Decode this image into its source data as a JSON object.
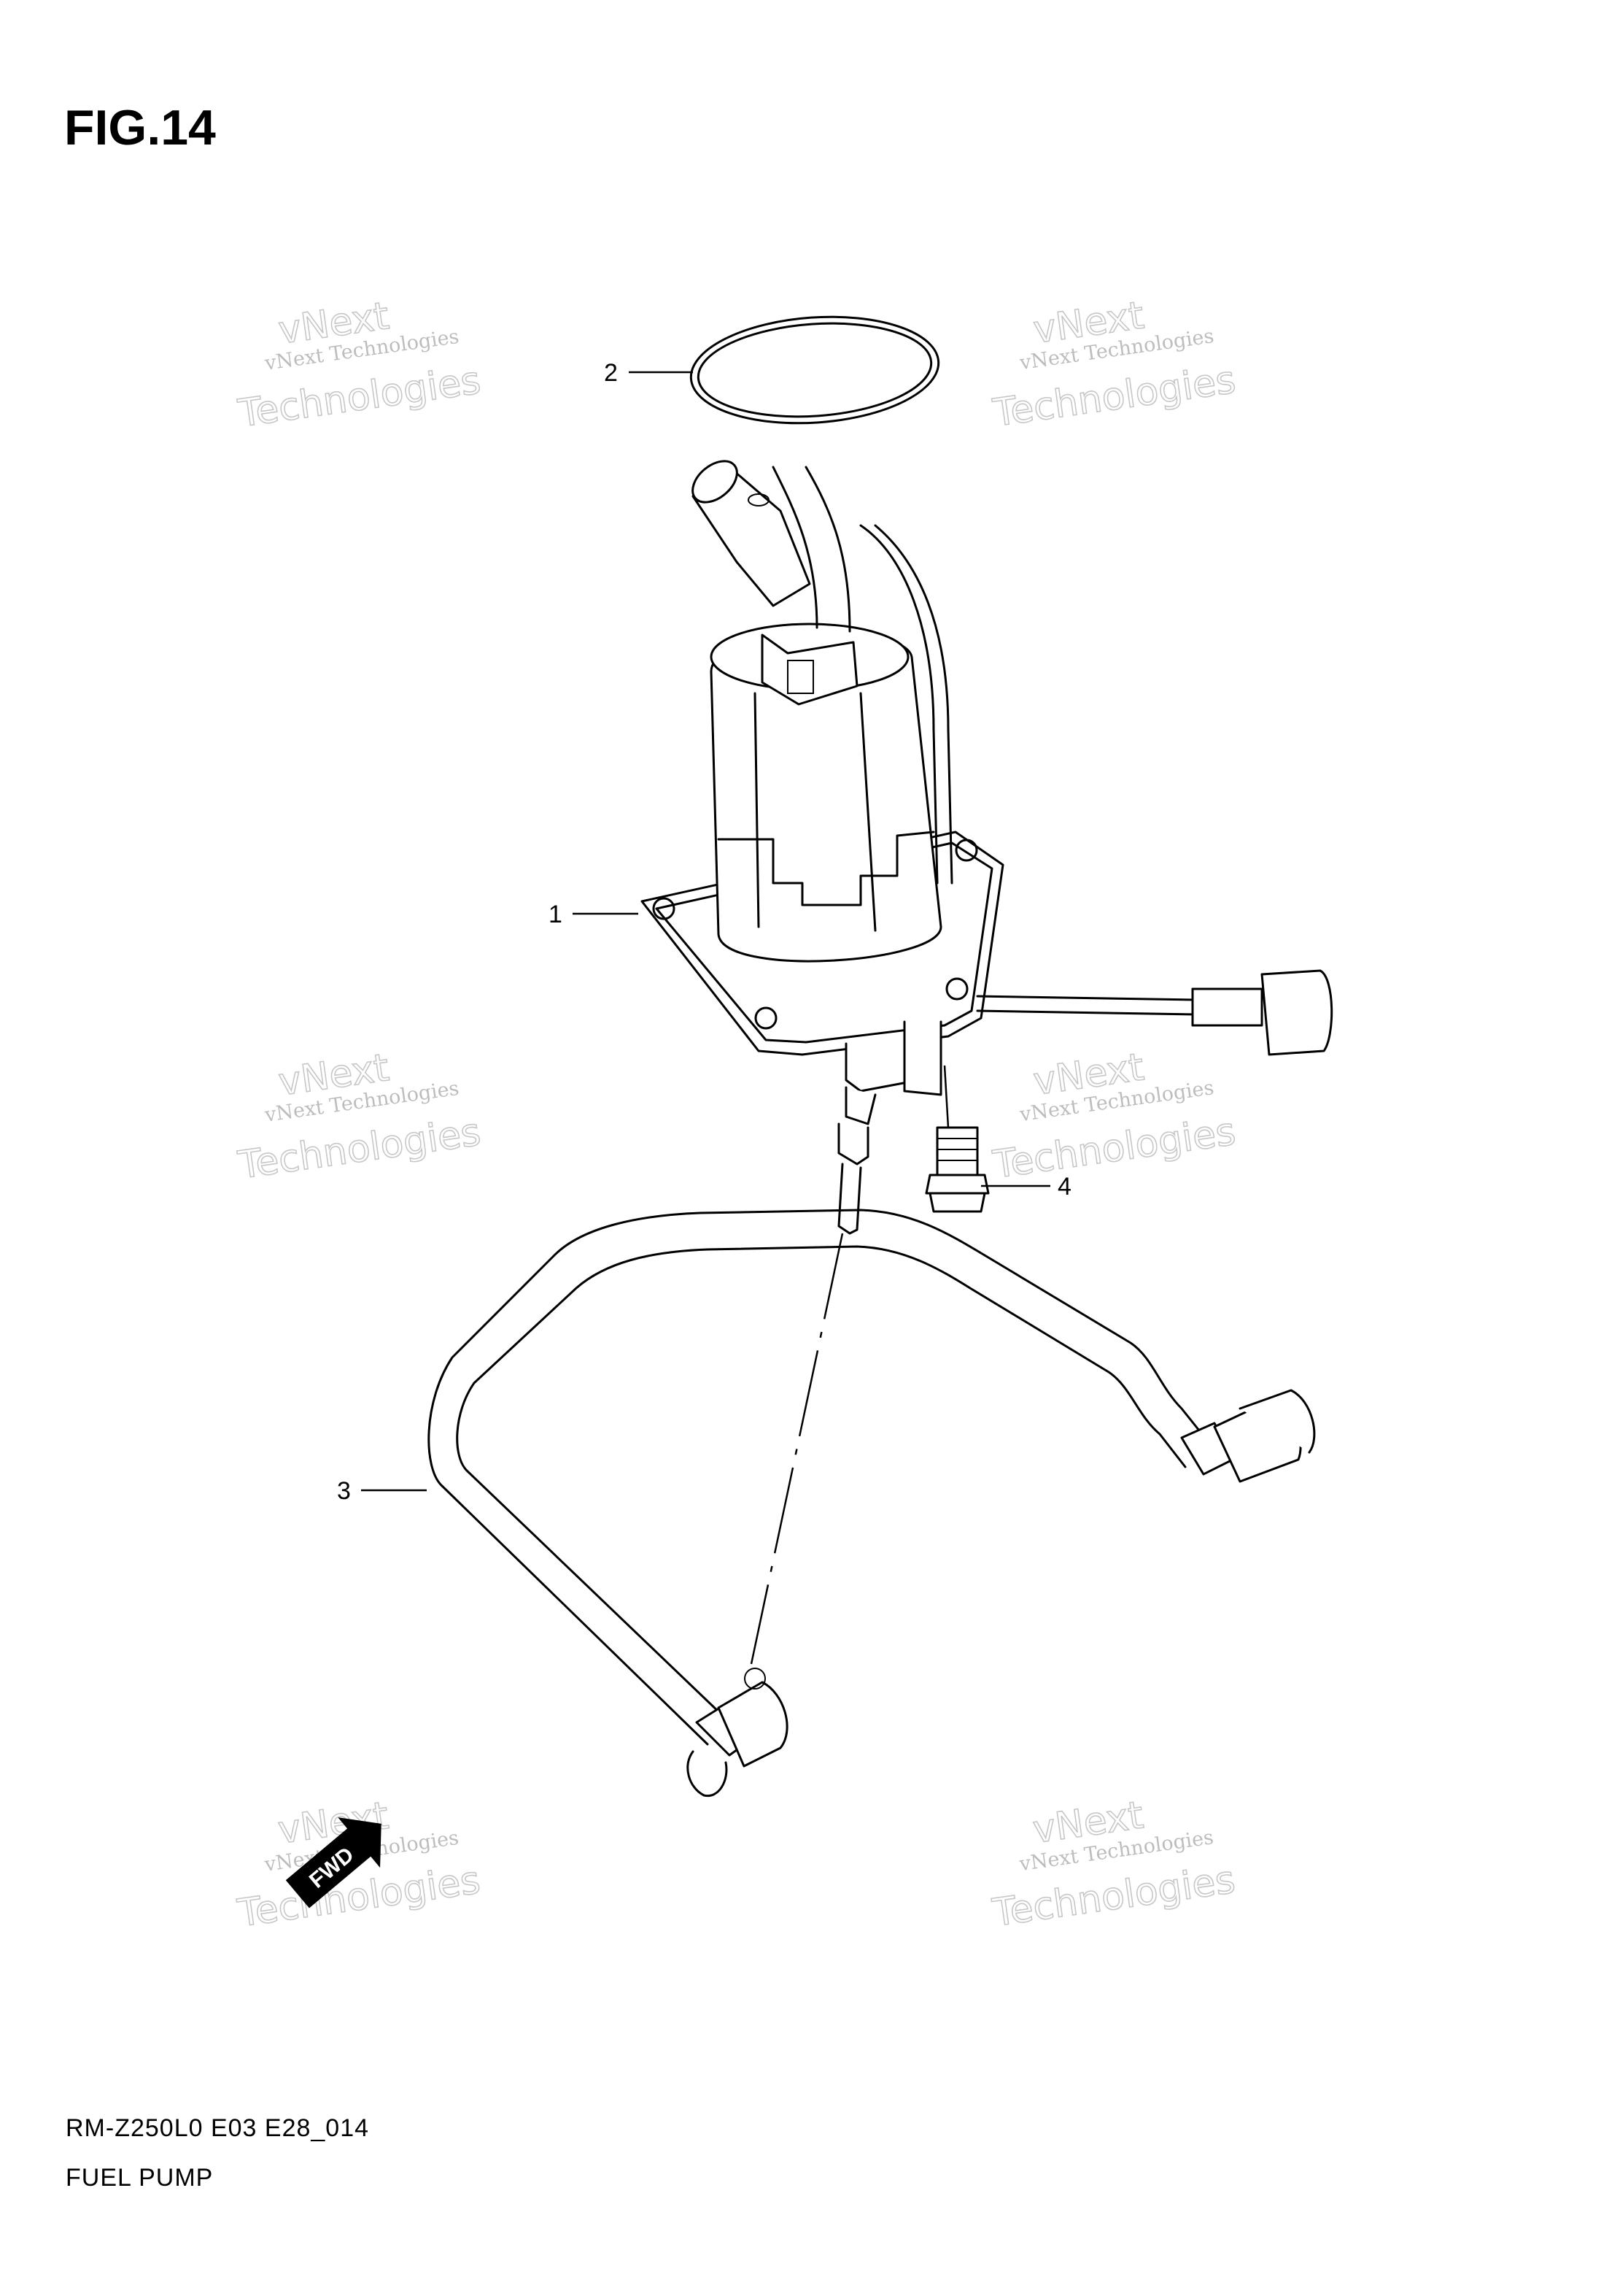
{
  "figure": {
    "title": "FIG.14"
  },
  "callouts": [
    {
      "id": "1",
      "label": "1"
    },
    {
      "id": "2",
      "label": "2"
    },
    {
      "id": "3",
      "label": "3"
    },
    {
      "id": "4",
      "label": "4"
    }
  ],
  "footer": {
    "model_code": "RM-Z250L0 E03 E28_014",
    "section_name": "FUEL PUMP"
  },
  "watermark": {
    "line1": "vNext",
    "line2": "vNext Technologies",
    "line3": "Technologies"
  },
  "fwd_badge": {
    "label": "FWD"
  }
}
